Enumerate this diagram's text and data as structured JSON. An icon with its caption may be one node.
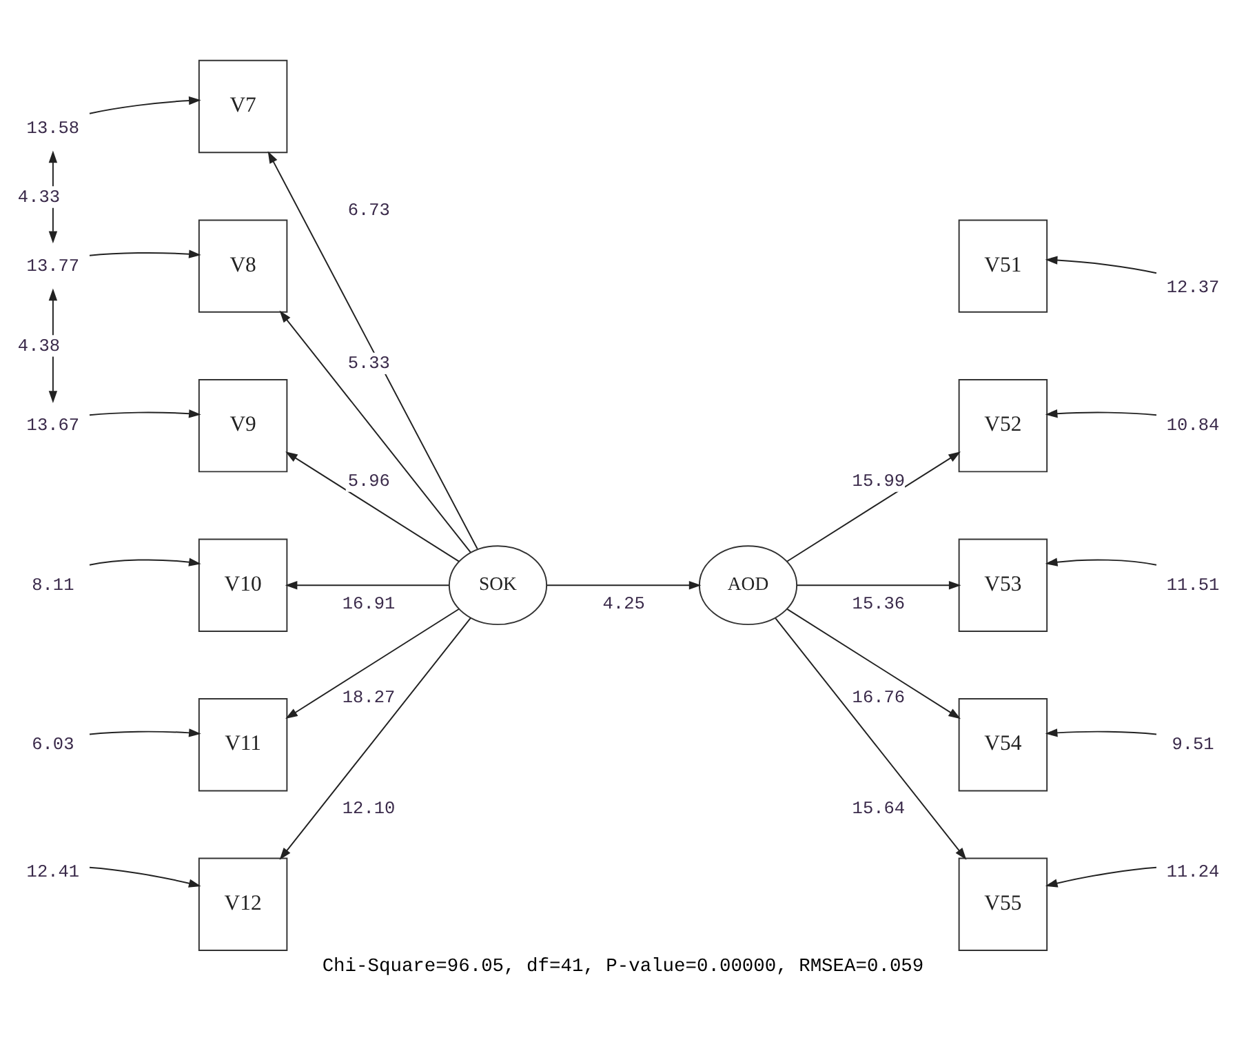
{
  "diagram": {
    "caption": "Chi-Square=96.05, df=41, P-value=0.00000, RMSEA=0.059",
    "nodes": [
      {
        "text": [
          "V7"
        ]
      },
      {
        "text": [
          "V8"
        ]
      },
      {
        "text": [
          "V9"
        ]
      },
      {
        "text": [
          "V10"
        ]
      },
      {
        "text": [
          "V11"
        ]
      },
      {
        "text": [
          "V12"
        ]
      },
      {
        "text": [
          "SOK"
        ]
      },
      {
        "text": [
          "AOD"
        ]
      },
      {
        "text": [
          "V51"
        ]
      },
      {
        "text": [
          "V52"
        ]
      },
      {
        "text": [
          "V53"
        ]
      },
      {
        "text": [
          "V54"
        ]
      },
      {
        "text": [
          "V55"
        ]
      },
      {
        "text": [
          "13.58"
        ]
      },
      {
        "text": [
          "13.77"
        ]
      },
      {
        "text": [
          "13.67"
        ]
      },
      {
        "text": [
          "8.11"
        ]
      },
      {
        "text": [
          "6.03"
        ]
      },
      {
        "text": [
          "12.41"
        ]
      },
      {
        "text": [
          "12.37"
        ]
      },
      {
        "text": [
          "10.84"
        ]
      },
      {
        "text": [
          "11.51"
        ]
      },
      {
        "text": [
          "9.51"
        ]
      },
      {
        "text": [
          "11.24"
        ]
      }
    ],
    "edges": [
      {
        "from": 6,
        "to": 0,
        "arrow": "to",
        "label": "6.73"
      },
      {
        "from": 6,
        "to": 1,
        "arrow": "to",
        "label": "5.33"
      },
      {
        "from": 6,
        "to": 2,
        "arrow": "to",
        "label": "5.96"
      },
      {
        "from": 6,
        "to": 3,
        "arrow": "to",
        "label": "16.91"
      },
      {
        "from": 6,
        "to": 4,
        "arrow": "to",
        "label": "18.27"
      },
      {
        "from": 6,
        "to": 5,
        "arrow": "to",
        "label": "12.10"
      },
      {
        "from": 6,
        "to": 7,
        "arrow": "to",
        "label": "4.25"
      },
      {
        "from": 7,
        "to": 9,
        "arrow": "to",
        "label": "15.99"
      },
      {
        "from": 7,
        "to": 10,
        "arrow": "to",
        "label": "15.36"
      },
      {
        "from": 7,
        "to": 11,
        "arrow": "to",
        "label": "16.76"
      },
      {
        "from": 7,
        "to": 12,
        "arrow": "to",
        "label": "15.64"
      },
      {
        "from": 13,
        "to": 0,
        "arrow": "to"
      },
      {
        "from": 14,
        "to": 1,
        "arrow": "to"
      },
      {
        "from": 15,
        "to": 2,
        "arrow": "to"
      },
      {
        "from": 16,
        "to": 3,
        "arrow": "to"
      },
      {
        "from": 17,
        "to": 4,
        "arrow": "to"
      },
      {
        "from": 18,
        "to": 5,
        "arrow": "to"
      },
      {
        "from": 19,
        "to": 8,
        "arrow": "to"
      },
      {
        "from": 20,
        "to": 9,
        "arrow": "to"
      },
      {
        "from": 21,
        "to": 10,
        "arrow": "to"
      },
      {
        "from": 22,
        "to": 11,
        "arrow": "to"
      },
      {
        "from": 23,
        "to": 12,
        "arrow": "to"
      },
      {
        "from": 13,
        "to": 14,
        "arrow": "both",
        "label": "4.33"
      },
      {
        "from": 14,
        "to": 15,
        "arrow": "both",
        "label": "4.38"
      }
    ]
  }
}
